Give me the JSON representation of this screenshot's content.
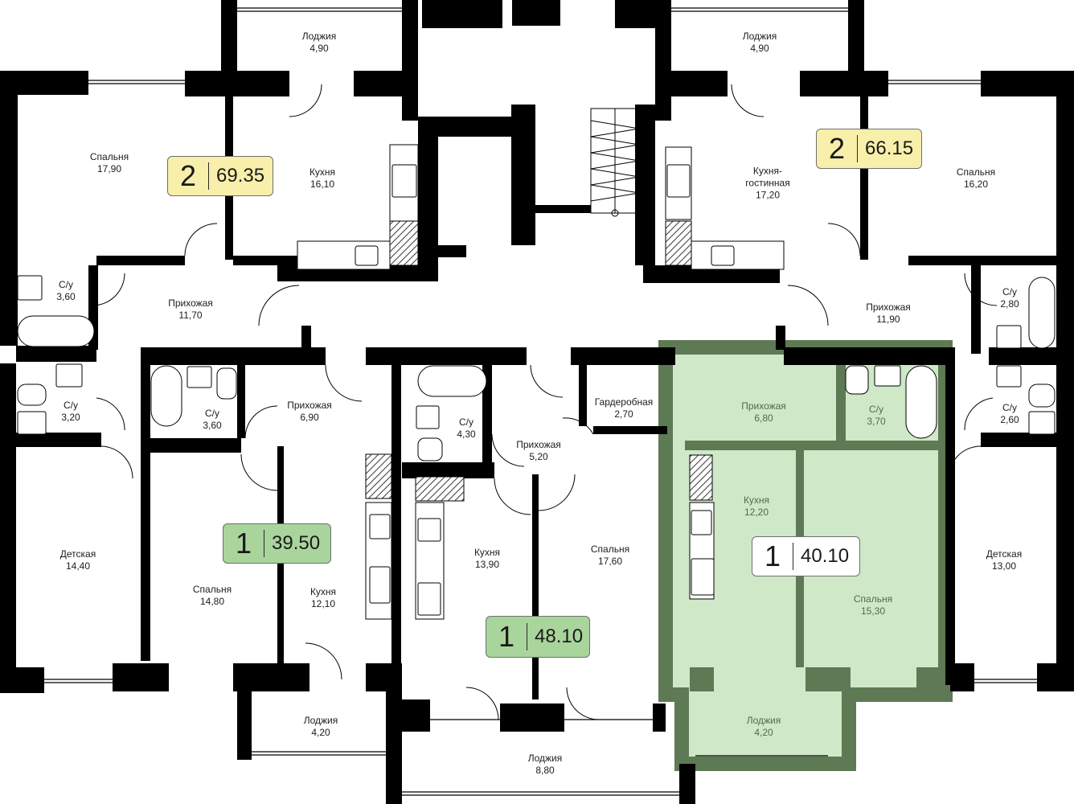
{
  "colors": {
    "wall": "#000000",
    "badge_yellow": "#f7efaa",
    "badge_green": "#a9d49c",
    "badge_white": "#ffffff",
    "highlight_fill": "#cfe8c8",
    "highlight_wall": "#5d7a54",
    "hatch": "#3a3a3a"
  },
  "apartments": [
    {
      "id": "apt-top-left",
      "rooms": "2",
      "area": "69.35",
      "color": "#f7efaa"
    },
    {
      "id": "apt-top-right",
      "rooms": "2",
      "area": "66.15",
      "color": "#f7efaa"
    },
    {
      "id": "apt-mid-left",
      "rooms": "1",
      "area": "39.50",
      "color": "#a9d49c"
    },
    {
      "id": "apt-mid-center",
      "rooms": "1",
      "area": "48.10",
      "color": "#a9d49c"
    },
    {
      "id": "apt-selected",
      "rooms": "1",
      "area": "40.10",
      "color": "#ffffff"
    }
  ],
  "rooms": [
    {
      "name": "Лоджия",
      "area": "4,90"
    },
    {
      "name": "Лоджия",
      "area": "4,90"
    },
    {
      "name": "Спальня",
      "area": "17,90"
    },
    {
      "name": "Кухня",
      "area": "16,10"
    },
    {
      "name": "Кухня-\nгостинная",
      "area": "17,20"
    },
    {
      "name": "Спальня",
      "area": "16,20"
    },
    {
      "name": "С/у",
      "area": "3,60"
    },
    {
      "name": "Прихожая",
      "area": "11,70"
    },
    {
      "name": "Прихожая",
      "area": "11,90"
    },
    {
      "name": "С/у",
      "area": "2,80"
    },
    {
      "name": "С/у",
      "area": "3,20"
    },
    {
      "name": "С/у",
      "area": "3,60"
    },
    {
      "name": "Прихожая",
      "area": "6,90"
    },
    {
      "name": "С/у",
      "area": "4,30"
    },
    {
      "name": "Прихожая",
      "area": "5,20"
    },
    {
      "name": "Гардеробная",
      "area": "2,70"
    },
    {
      "name": "Прихожая",
      "area": "6,80"
    },
    {
      "name": "С/у",
      "area": "3,70"
    },
    {
      "name": "С/у",
      "area": "2,60"
    },
    {
      "name": "Детская",
      "area": "14,40"
    },
    {
      "name": "Спальня",
      "area": "14,80"
    },
    {
      "name": "Кухня",
      "area": "12,10"
    },
    {
      "name": "Кухня",
      "area": "13,90"
    },
    {
      "name": "Спальня",
      "area": "17,60"
    },
    {
      "name": "Кухня",
      "area": "12,20"
    },
    {
      "name": "Спальня",
      "area": "15,30"
    },
    {
      "name": "Детская",
      "area": "13,00"
    },
    {
      "name": "Лоджия",
      "area": "4,20"
    },
    {
      "name": "Лоджия",
      "area": "8,80"
    },
    {
      "name": "Лоджия",
      "area": "4,20"
    }
  ]
}
